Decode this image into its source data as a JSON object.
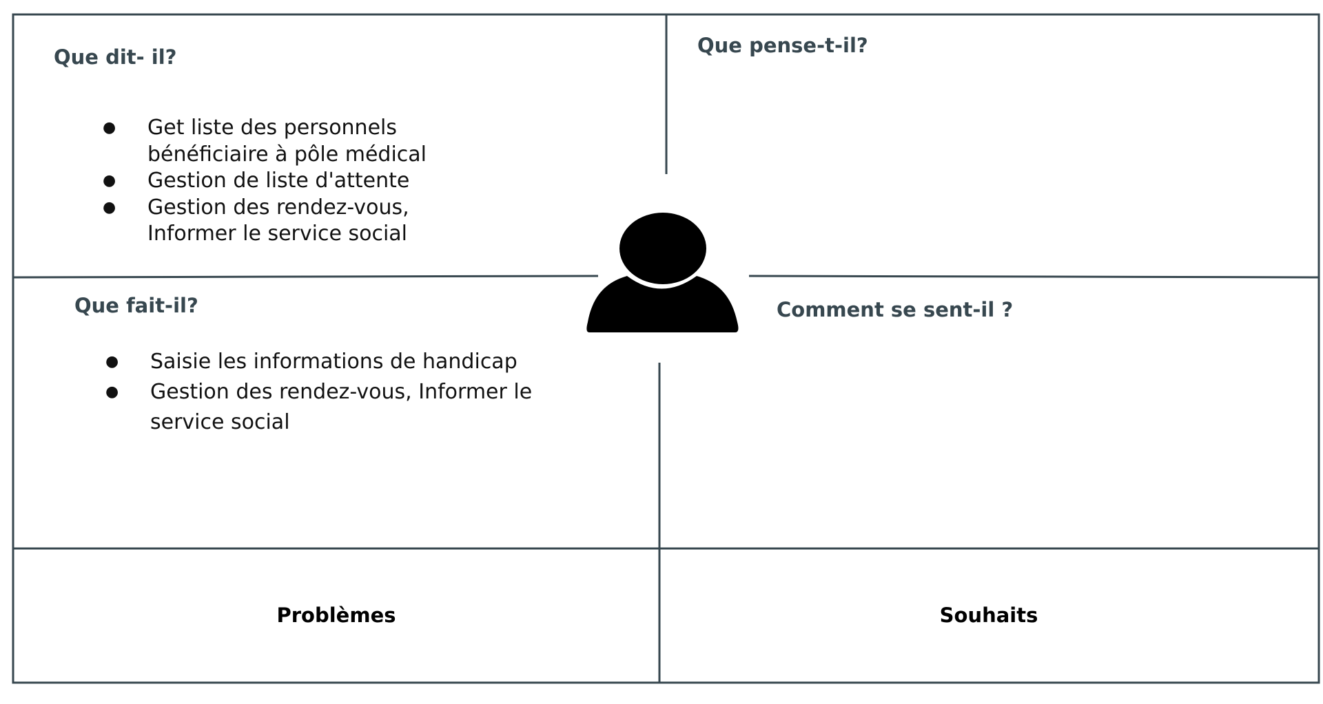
{
  "colors": {
    "border": "#37474f",
    "heading": "#37474f",
    "text": "#111111",
    "person": "#000000"
  },
  "quadrants": {
    "says": {
      "title": "Que dit- il?",
      "items": [
        "Get liste des personnels bénéficiaire à pôle médical",
        "Gestion de liste d'attente",
        "Gestion des rendez-vous, Informer le service social"
      ]
    },
    "thinks": {
      "title": "Que pense-t-il?",
      "items": []
    },
    "does": {
      "title": "Que fait-il?",
      "items": [
        "Saisie les informations de handicap",
        "Gestion des rendez-vous, Informer le service social"
      ]
    },
    "feels": {
      "title": "Comment se sent-il ?",
      "items": []
    }
  },
  "bottom": {
    "problems": {
      "title": "Problèmes"
    },
    "wishes": {
      "title": "Souhaits"
    }
  },
  "center": {
    "icon": "person-icon"
  }
}
